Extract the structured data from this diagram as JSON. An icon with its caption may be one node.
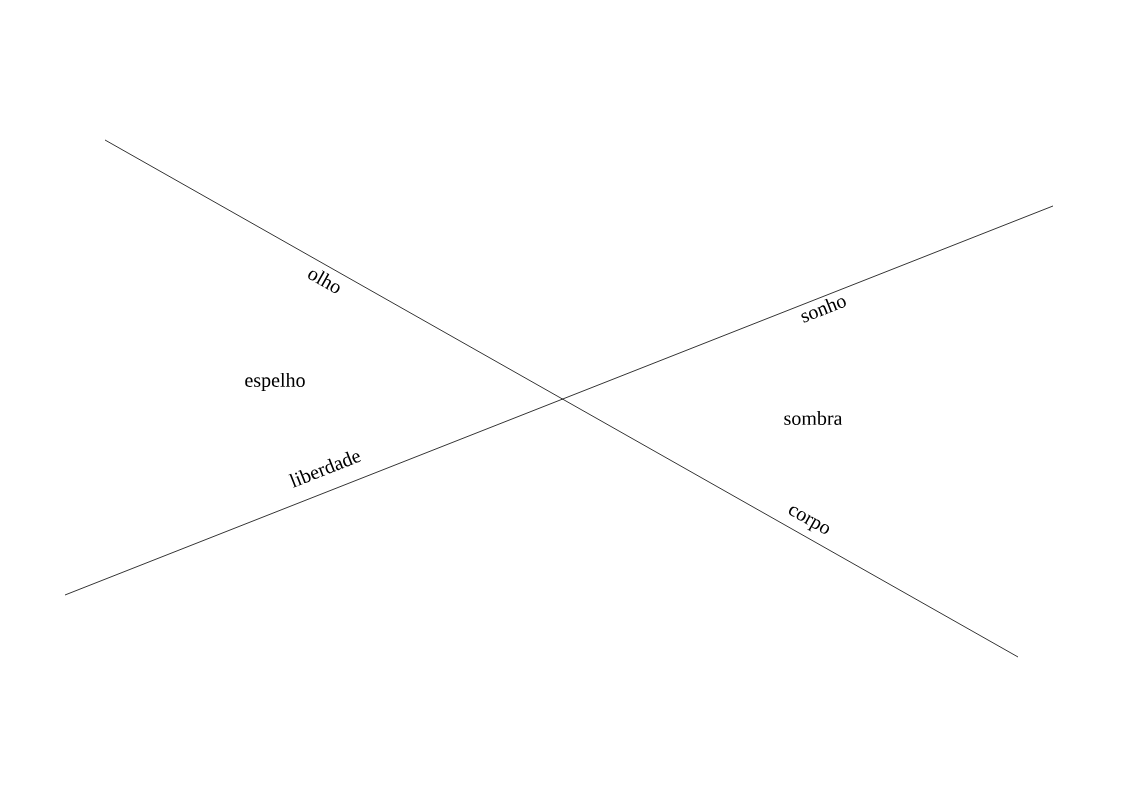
{
  "diagram": {
    "labels": [
      "olho",
      "sonho",
      "espelho",
      "sombra",
      "liberdade",
      "corpo"
    ]
  }
}
